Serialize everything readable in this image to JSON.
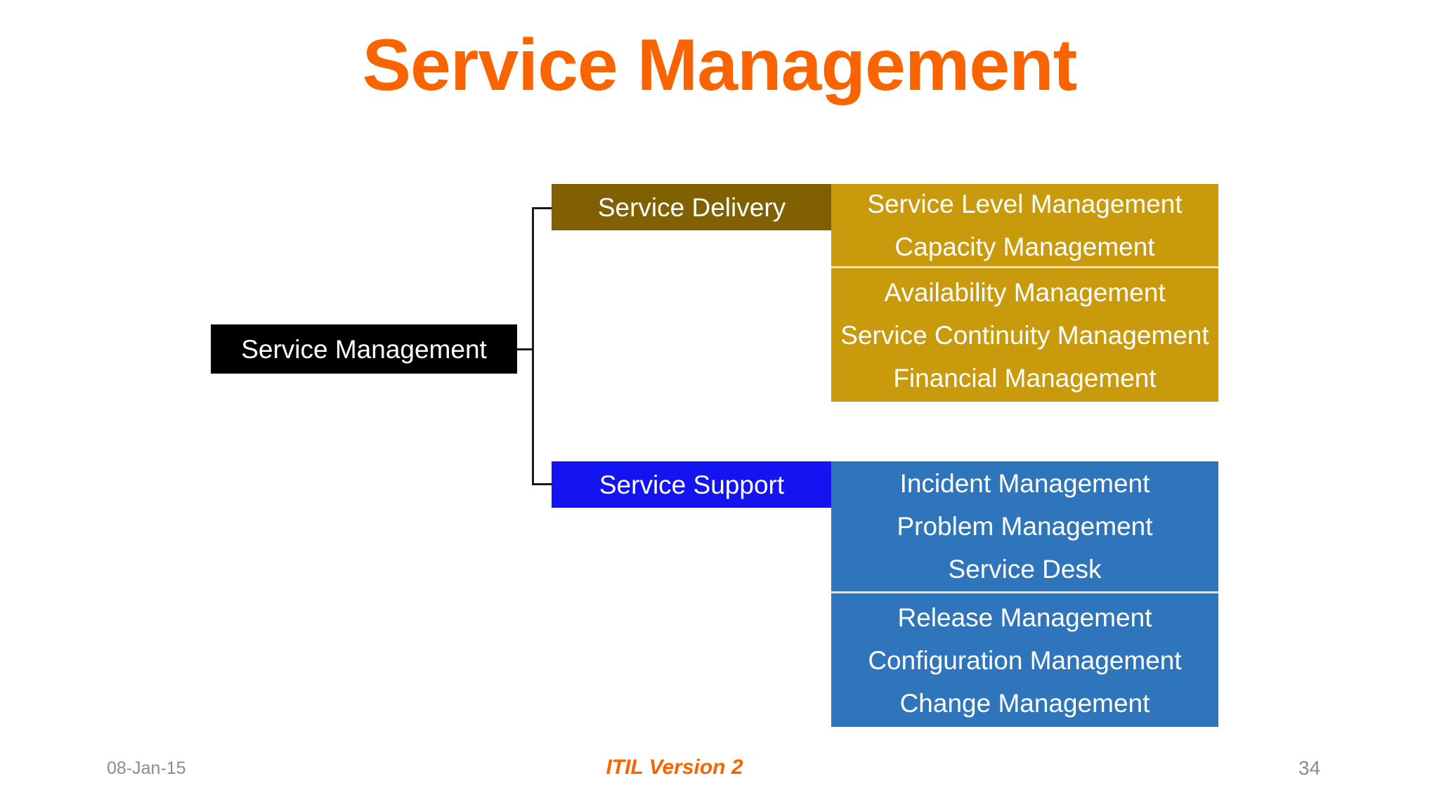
{
  "slide": {
    "title": "Service Management",
    "title_color": "#FA6400",
    "background_color": "#FFFFFF"
  },
  "diagram": {
    "root": {
      "label": "Service Management",
      "box_color": "#000000",
      "text_color": "#FFFFFF"
    },
    "branches": [
      {
        "header_label": "Service Delivery",
        "header_color": "#806000",
        "panel_color": "#C89A0C",
        "divider_color": "#EDE2C0",
        "groups": [
          {
            "items": [
              "Service Level Management",
              "Capacity Management"
            ]
          },
          {
            "items": [
              "Availability Management",
              "Service Continuity Management",
              "Financial Management"
            ]
          }
        ]
      },
      {
        "header_label": "Service Support",
        "header_color": "#1414F0",
        "panel_color": "#2E75BC",
        "divider_color": "#D6E3F0",
        "groups": [
          {
            "items": [
              "Incident Management",
              "Problem Management",
              "Service Desk"
            ]
          },
          {
            "items": [
              "Release Management",
              "Configuration Management",
              "Change Management"
            ]
          }
        ]
      }
    ]
  },
  "footer": {
    "date": "08-Jan-15",
    "center_text": "ITIL Version 2",
    "center_color": "#FA6400",
    "page_number": "34",
    "muted_color": "#8C8C8C"
  }
}
